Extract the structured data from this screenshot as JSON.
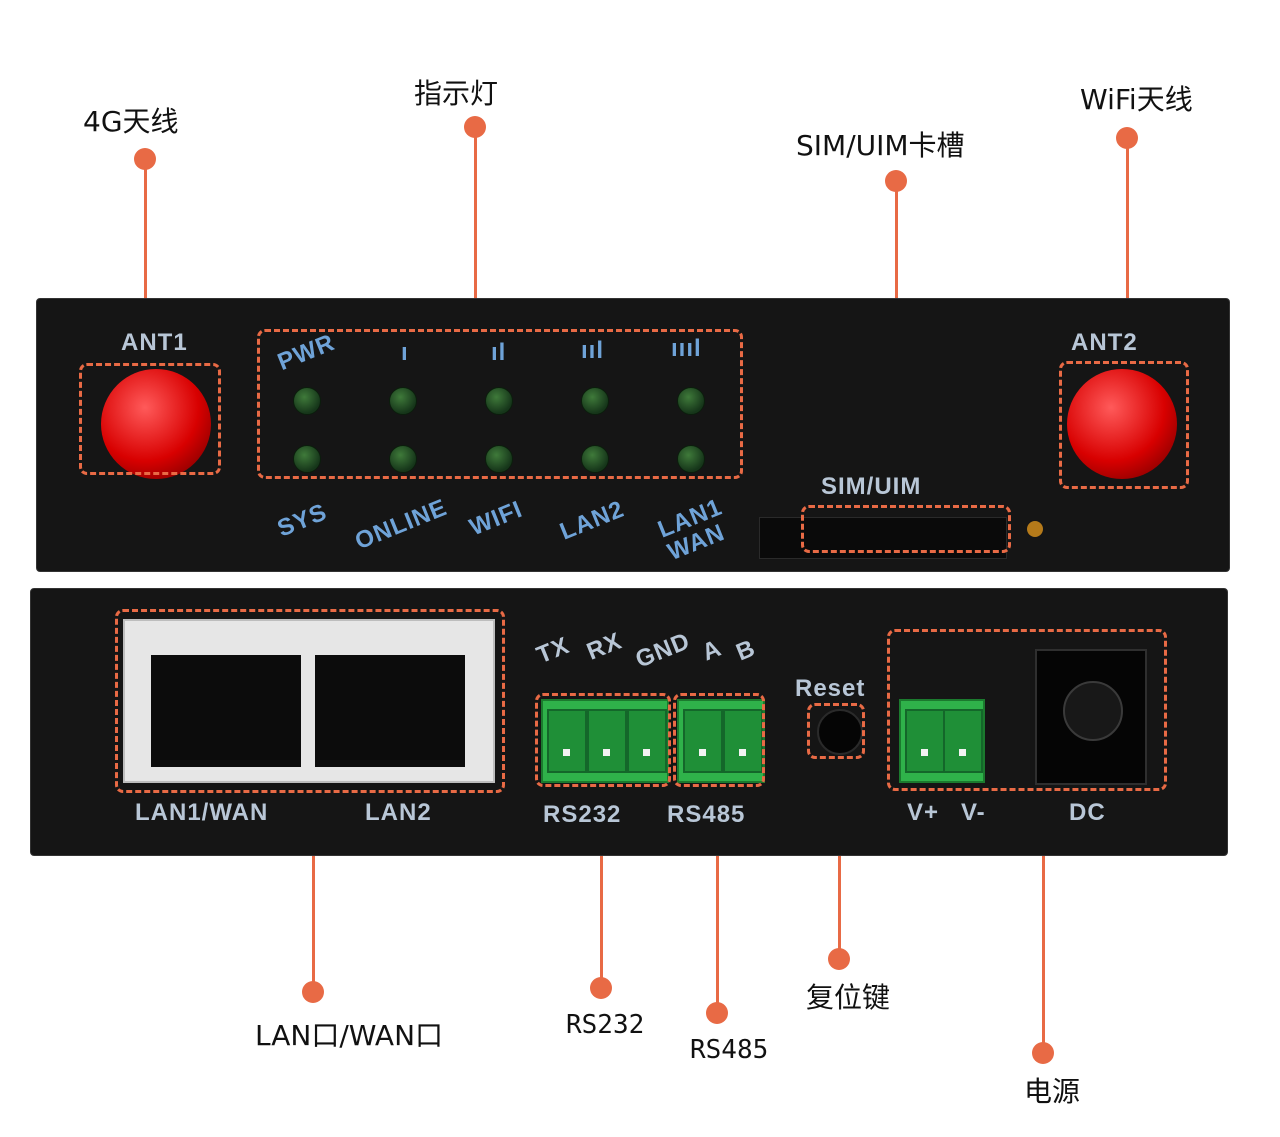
{
  "callouts": {
    "ant4g": "4G天线",
    "leds": "指示灯",
    "sim_slot": "SIM/UIM卡槽",
    "wifi_ant": "WiFi天线",
    "lan_wan": "LAN口/WAN口",
    "rs232": "RS232",
    "rs485": "RS485",
    "reset": "复位键",
    "power": "电源"
  },
  "front_panel": {
    "ant1": "ANT1",
    "ant2": "ANT2",
    "led_top": [
      "PWR",
      "ı",
      "ıl",
      "ııl",
      "ıııl"
    ],
    "led_bottom": [
      "SYS",
      "ONLINE",
      "WIFI",
      "LAN2",
      "LAN1",
      "WAN"
    ],
    "sim_label": "SIM/UIM"
  },
  "rear_panel": {
    "lan1": "LAN1/WAN",
    "lan2": "LAN2",
    "serial_pins": [
      "TX",
      "RX",
      "GND",
      "A",
      "B"
    ],
    "rs232": "RS232",
    "rs485": "RS485",
    "reset": "Reset",
    "v_plus": "V+",
    "v_minus": "V-",
    "dc": "DC"
  },
  "colors": {
    "accent": "#e86a45",
    "panel": "#151515",
    "led": "#2e5f2c",
    "antenna": "#e30000",
    "terminal": "#2fb24a"
  }
}
